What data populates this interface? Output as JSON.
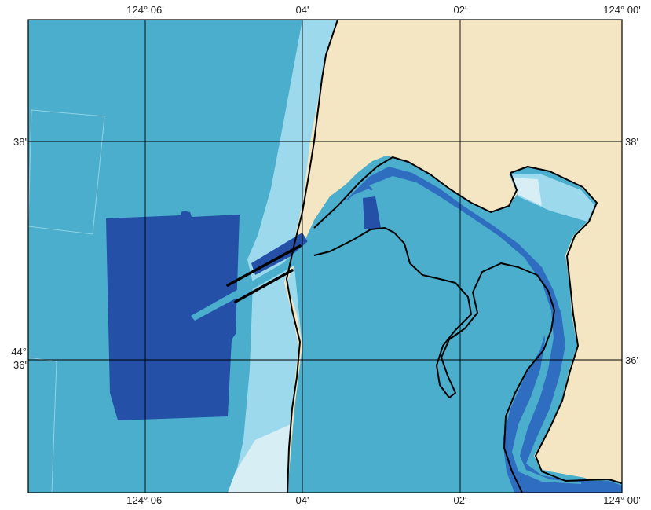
{
  "colors": {
    "land": "#F4E6C2",
    "deep_water": "#2450A8",
    "channel": "#2E6DBF",
    "mid_water": "#4AAECC",
    "shallow_water": "#9DD9EC",
    "very_shallow": "#D8EEF5",
    "shoreline": "#000000",
    "grid": "#000000"
  },
  "axis_labels": {
    "top": [
      "124° 06'",
      "04'",
      "02'",
      "124° 00'"
    ],
    "bottom": [
      "124° 06'",
      "04'",
      "02'",
      "124° 00'"
    ],
    "left_38": "38'",
    "right_38": "38'",
    "left_44": "44°",
    "left_36": "36'",
    "right_36": "36'"
  }
}
